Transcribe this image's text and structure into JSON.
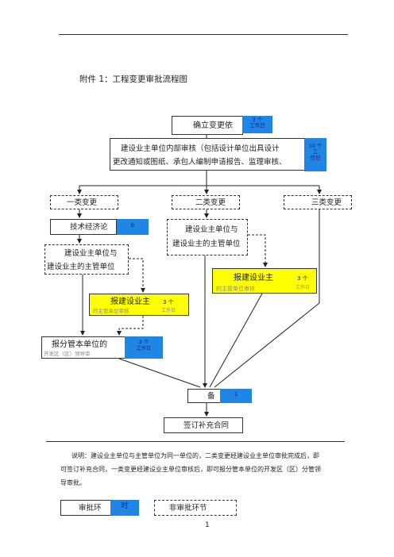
{
  "document": {
    "title": "附件 1：工程变更审批流程图",
    "page_number": "1"
  },
  "flow": {
    "determine": {
      "label": "确立变更依",
      "tag": [
        "3 个",
        "工作日"
      ]
    },
    "internal_review": {
      "line1": "建设业主单位内部审核（包括设计单位出具设计",
      "line2": "更改通知或图纸、承包人编制申请报告、监理审核、",
      "tag": [
        "10 个",
        "工",
        "作日"
      ]
    },
    "class1": "一类变更",
    "class2": "二类变更",
    "class3": "三类变更",
    "tech_economic": {
      "label": "技术经济论",
      "tag": "6"
    },
    "owner_review_left": {
      "line1": "建设业主单位与",
      "line2": "建设业主的主管单位"
    },
    "owner_review_mid": {
      "line1": "建设业主单位与",
      "line2": "建设业主的主管单位"
    },
    "submit_owner_right": {
      "label": "报建设业主",
      "sub": "的主管单位审核",
      "tag": [
        "3 个",
        "工作日"
      ]
    },
    "submit_owner_left": {
      "label": "报建设业主",
      "sub": "的主管单位审核",
      "tag": [
        "3 个",
        "工作日"
      ]
    },
    "submit_mgmt": {
      "label": "报分管本单位的",
      "sub": "开发区（区）领导审",
      "tag": [
        "3 个",
        "工作日"
      ]
    },
    "filing": {
      "label": "备",
      "tag": "1"
    },
    "sign": "签订补充合同"
  },
  "note": {
    "line1": "说明：建设业主单位与主管单位为同一单位的，二类变更经建设业主单位审批完成后，即",
    "line2": "可签订补充合同，一类变更经建设业主单位审核后，即可报分管本单位的开发区（区）分管领",
    "line3": "导审批。"
  },
  "legend": {
    "approval_label": "审批环",
    "approval_tag": "时",
    "non_approval": "非审批环节"
  },
  "colors": {
    "tag_blue": "#1f86e6",
    "highlight_yellow": "#ffff00"
  }
}
